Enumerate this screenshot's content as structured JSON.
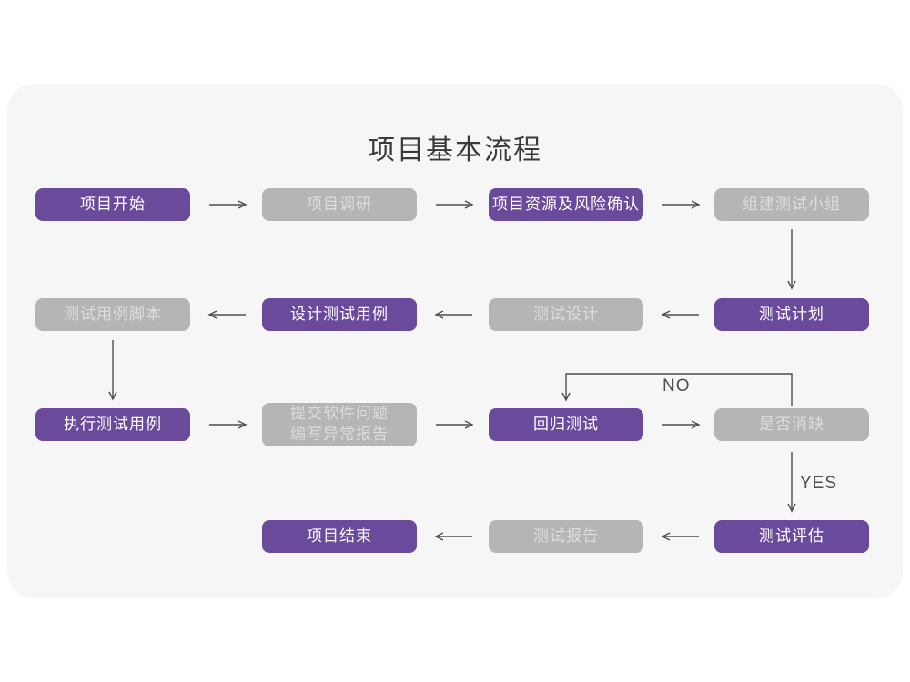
{
  "title": "项目基本流程",
  "edge_labels": {
    "no": "NO",
    "yes": "YES"
  },
  "colors": {
    "purple": "#6a4a9b",
    "gray": "#b5b5b5",
    "grayText": "#dcdcdc",
    "cardBg": "#f6f6f7",
    "arrow": "#4f4f4f",
    "titleColor": "#3a3a3a"
  },
  "nodes": [
    {
      "id": "project-start",
      "label": "项目开始",
      "variant": "purple"
    },
    {
      "id": "project-research",
      "label": "项目调研",
      "variant": "gray"
    },
    {
      "id": "resources-risk",
      "label": "项目资源及风险确认",
      "variant": "purple"
    },
    {
      "id": "build-test-team",
      "label": "组建测试小组",
      "variant": "gray"
    },
    {
      "id": "test-plan",
      "label": "测试计划",
      "variant": "purple"
    },
    {
      "id": "test-design",
      "label": "测试设计",
      "variant": "gray"
    },
    {
      "id": "design-test-cases",
      "label": "设计测试用例",
      "variant": "purple"
    },
    {
      "id": "test-case-script",
      "label": "测试用例脚本",
      "variant": "gray"
    },
    {
      "id": "execute-test-cases",
      "label": "执行测试用例",
      "variant": "purple"
    },
    {
      "id": "submit-issues-report",
      "label": "提交软件问题",
      "label2": "编写异常报告",
      "variant": "gray"
    },
    {
      "id": "regression-test",
      "label": "回归测试",
      "variant": "purple"
    },
    {
      "id": "defect-resolved",
      "label": "是否消缺",
      "variant": "gray"
    },
    {
      "id": "test-evaluation",
      "label": "测试评估",
      "variant": "purple"
    },
    {
      "id": "test-report",
      "label": "测试报告",
      "variant": "gray"
    },
    {
      "id": "project-end",
      "label": "项目结束",
      "variant": "purple"
    }
  ],
  "edges": [
    "project-start→project-research",
    "project-research→resources-risk",
    "resources-risk→build-test-team",
    "build-test-team→test-plan",
    "test-plan→test-design",
    "test-design→design-test-cases",
    "design-test-cases→test-case-script",
    "test-case-script→execute-test-cases",
    "execute-test-cases→submit-issues-report",
    "submit-issues-report→regression-test",
    "regression-test→defect-resolved",
    "defect-resolved→regression-test (NO)",
    "defect-resolved→test-evaluation (YES)",
    "test-evaluation→test-report",
    "test-report→project-end"
  ]
}
